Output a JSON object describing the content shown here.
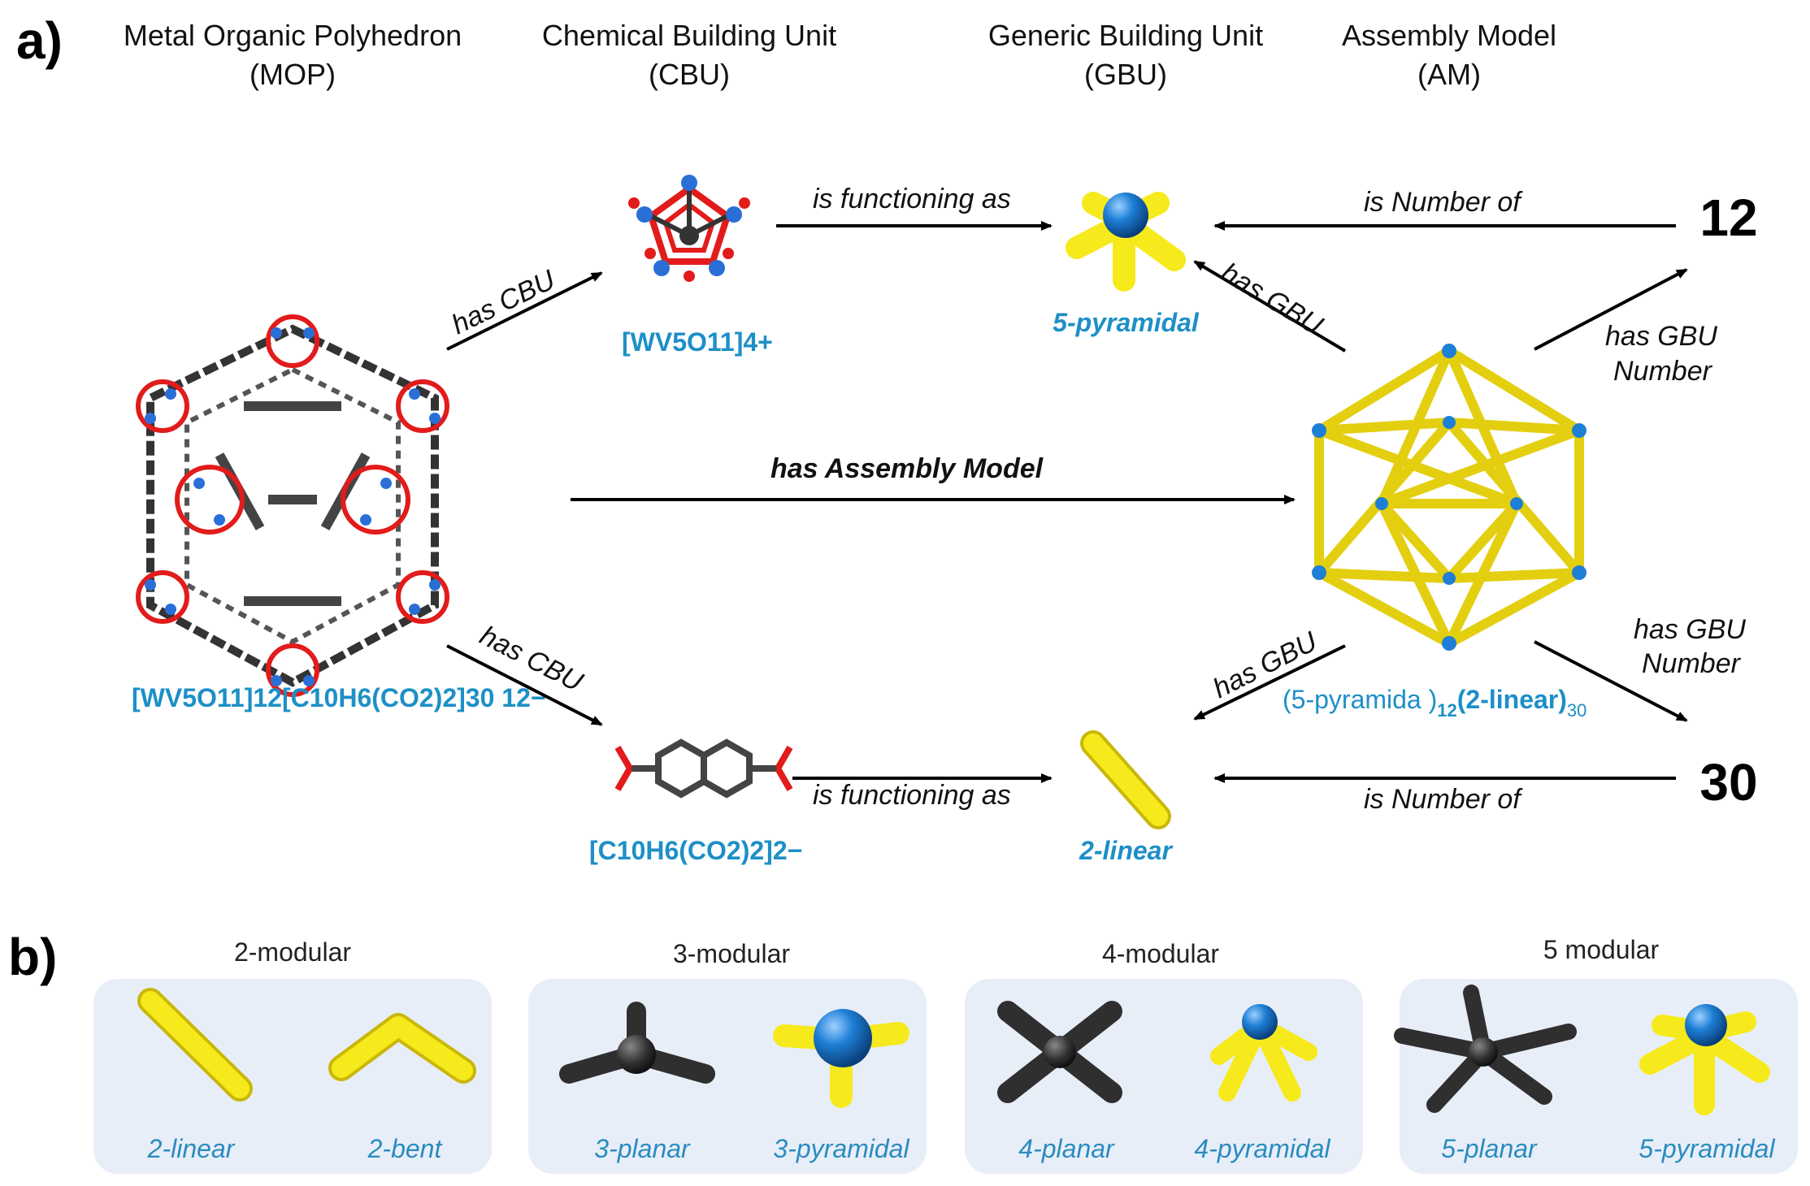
{
  "panel_a": {
    "letter": "a)",
    "columns": [
      {
        "line1": "Metal Organic Polyhedron",
        "line2": "(MOP)"
      },
      {
        "line1": "Chemical Building Unit",
        "line2": "(CBU)"
      },
      {
        "line1": "Generic Building Unit",
        "line2": "(GBU)"
      },
      {
        "line1": "Assembly Model",
        "line2": "(AM)"
      }
    ],
    "edges": {
      "has_cbu_top": "has CBU",
      "has_cbu_bottom": "has CBU",
      "functioning_top": "is functioning as",
      "functioning_bottom": "is functioning as",
      "has_assembly_model": "has Assembly Model",
      "has_gbu_top": "has GBU",
      "has_gbu_bottom": "has GBU",
      "number_of_top": "is Number of",
      "number_of_bottom": "is Number of",
      "gbu_number_top_1": "has GBU",
      "gbu_number_top_2": "Number",
      "gbu_number_bottom_1": "has GBU",
      "gbu_number_bottom_2": "Number"
    },
    "nodes": {
      "mop_formula": "[WV5O11]12[C10H6(CO2)2]30 12−",
      "cbu_top_formula": "[WV5O11]4+",
      "cbu_bottom_formula": "[C10H6(CO2)2]2−",
      "gbu_top": "5-pyramidal",
      "gbu_bottom": "2-linear",
      "am_label_prefix": "(5-pyramida )",
      "am_label_sub1": "12",
      "am_label_mid": "(2-linear)",
      "am_label_sub2": "30",
      "number_top": "12",
      "number_bottom": "30"
    }
  },
  "panel_b": {
    "letter": "b)",
    "groups": [
      {
        "title": "2-modular",
        "items": [
          "2-linear",
          "2-bent"
        ]
      },
      {
        "title": "3-modular",
        "items": [
          "3-planar",
          "3-pyramidal"
        ]
      },
      {
        "title": "4-modular",
        "items": [
          "4-planar",
          "4-pyramidal"
        ]
      },
      {
        "title": "5 modular",
        "items": [
          "5-planar",
          "5-pyramidal"
        ]
      }
    ]
  },
  "colors": {
    "yellow": "#f6ea1c",
    "yellow_dark": "#c9b70a",
    "blue": "#1e7fd6",
    "text_blue": "#1d8fc7",
    "dark_gray": "#3a3a3a",
    "red": "#e21b1b",
    "panel_bg": "#e8eef8"
  }
}
